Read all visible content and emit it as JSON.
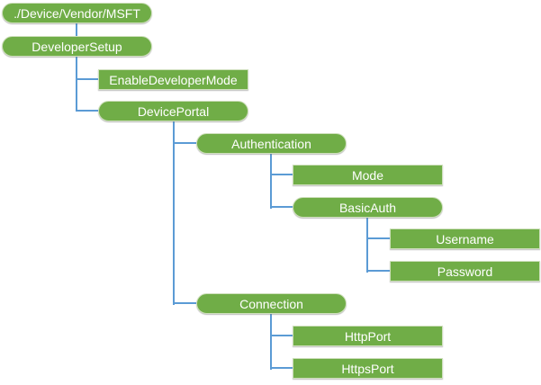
{
  "colors": {
    "node_fill": "#70AD47",
    "node_border": "#CFE0BD",
    "connector": "#5B9BD5",
    "text": "#FFFFFF",
    "background": "#FFFFFF"
  },
  "tree": {
    "type": "hierarchy-diagram",
    "nodes": [
      {
        "id": "msft",
        "label": "./Device/Vendor/MSFT",
        "shape": "rounded",
        "parent": null
      },
      {
        "id": "developer-setup",
        "label": "DeveloperSetup",
        "shape": "rounded",
        "parent": "msft"
      },
      {
        "id": "enable-developer-mode",
        "label": "EnableDeveloperMode",
        "shape": "rect",
        "parent": "developer-setup"
      },
      {
        "id": "device-portal",
        "label": "DevicePortal",
        "shape": "rounded",
        "parent": "developer-setup"
      },
      {
        "id": "authentication",
        "label": "Authentication",
        "shape": "rounded",
        "parent": "device-portal"
      },
      {
        "id": "mode",
        "label": "Mode",
        "shape": "rect",
        "parent": "authentication"
      },
      {
        "id": "basic-auth",
        "label": "BasicAuth",
        "shape": "rounded",
        "parent": "authentication"
      },
      {
        "id": "username",
        "label": "Username",
        "shape": "rect",
        "parent": "basic-auth"
      },
      {
        "id": "password",
        "label": "Password",
        "shape": "rect",
        "parent": "basic-auth"
      },
      {
        "id": "connection",
        "label": "Connection",
        "shape": "rounded",
        "parent": "device-portal"
      },
      {
        "id": "http-port",
        "label": "HttpPort",
        "shape": "rect",
        "parent": "connection"
      },
      {
        "id": "https-port",
        "label": "HttpsPort",
        "shape": "rect",
        "parent": "connection"
      }
    ]
  }
}
